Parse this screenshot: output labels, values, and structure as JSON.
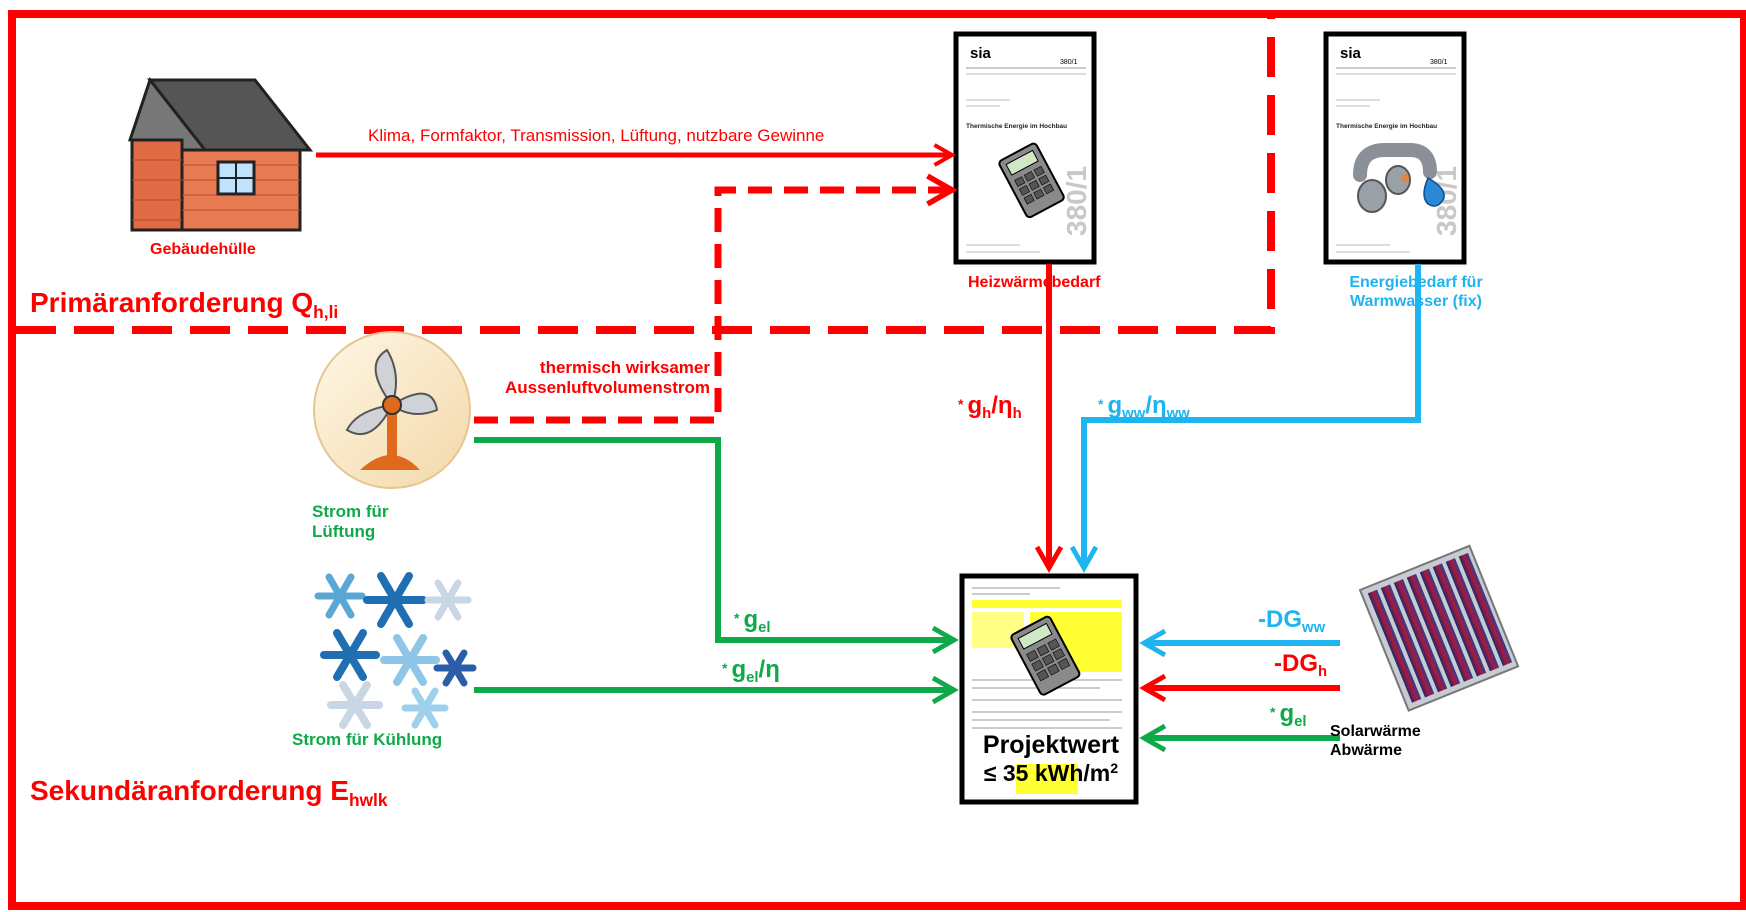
{
  "colors": {
    "red": "#ff0000",
    "blue": "#1eb4f0",
    "green": "#10a94a",
    "black": "#000000"
  },
  "regions": {
    "primary": {
      "main": "Primäranforderung Q",
      "sub": "h,li"
    },
    "secondary": {
      "main": "Sekundäranforderung E",
      "sub": "hwlk"
    }
  },
  "nodes": {
    "building": {
      "label": "Gebäudehülle",
      "icon": "house-icon"
    },
    "heating_doc": {
      "label": "Heizwärmebedarf",
      "icon": "sia-380-1-document-calculator"
    },
    "hotwater_doc": {
      "label_line1": "Energiebedarf für",
      "label_line2": "Warmwasser (fix)",
      "icon": "sia-380-1-document-faucet"
    },
    "ventilation": {
      "label_line1": "Strom für",
      "label_line2": "Lüftung",
      "icon": "fan-icon"
    },
    "cooling": {
      "label": "Strom für Kühlung",
      "icon": "snowflakes-icon"
    },
    "solar": {
      "label_line1": "Solarwärme",
      "label_line2": "Abwärme",
      "icon": "solar-collector-icon"
    },
    "project_doc": {
      "line1": "Projektwert",
      "line2_prefix": "≤ 35 kWh/m",
      "line2_sup": "2",
      "icon": "minergie-form-calculator"
    }
  },
  "documents": {
    "brand": "sia",
    "number": "380/1",
    "title": "Thermische Energie im Hochbau"
  },
  "arrows": {
    "envelope_to_heating": "Klima, Formfaktor, Transmission, Lüftung, nutzbare Gewinne",
    "ventilation_to_heating_line1": "thermisch wirksamer",
    "ventilation_to_heating_line2": "Aussenluftvolumenstrom",
    "heating_to_project": {
      "star": "*",
      "g": "g",
      "g_sub": "h",
      "eta": "η",
      "eta_sub": "h"
    },
    "hotwater_to_project": {
      "star": "*",
      "g": "g",
      "g_sub": "ww",
      "eta": "η",
      "eta_sub": "ww"
    },
    "ventilation_to_project": {
      "star": "*",
      "g": "g",
      "g_sub": "el"
    },
    "cooling_to_project": {
      "star": "*",
      "g": "g",
      "g_sub": "el",
      "tail": "/η"
    },
    "solar_dg_ww": {
      "main": "-DG",
      "sub": "ww"
    },
    "solar_dg_h": {
      "main": "-DG",
      "sub": "h"
    },
    "solar_g_el": {
      "star": "*",
      "g": "g",
      "g_sub": "el"
    }
  }
}
